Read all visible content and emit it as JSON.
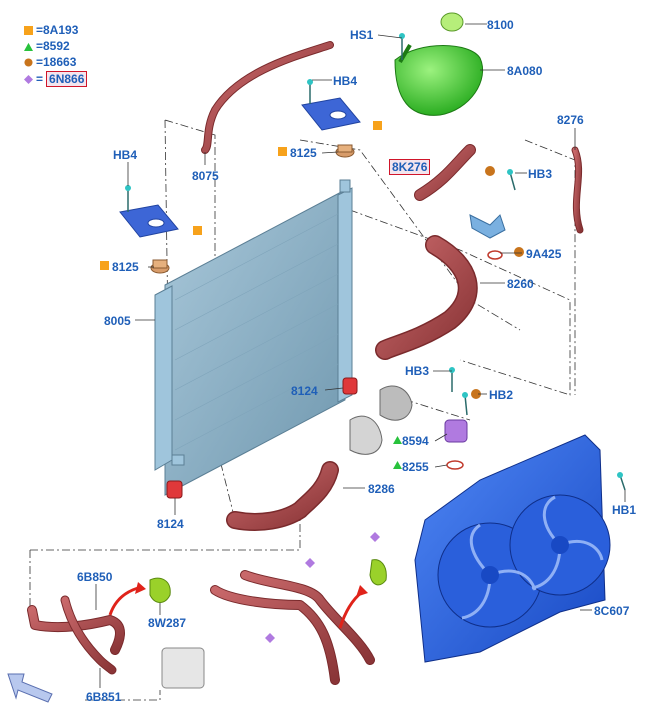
{
  "colors": {
    "label": "#1f5fb8",
    "hose": "#a8474a",
    "radiator": "#8fb4c8",
    "fan": "#2b66e6",
    "tank": "#3fd22c",
    "bracket": "#3d66d6",
    "legend_square": "#f7a21b",
    "legend_triangle": "#28c23c",
    "legend_circle": "#c8741c",
    "legend_diamond": "#b07ae0",
    "highlight_border": "#d0152a",
    "arrow_red": "#e0231a"
  },
  "legend": [
    {
      "symbol": "square",
      "text": "=8A193"
    },
    {
      "symbol": "triangle",
      "text": "=8592"
    },
    {
      "symbol": "circle",
      "text": "=18663"
    },
    {
      "symbol": "diamond",
      "text": "=",
      "code": "6N866"
    }
  ],
  "labels": {
    "hs1": "HS1",
    "p8100": "8100",
    "p8a080": "8A080",
    "hb4_top": "HB4",
    "p8125_top": "8125",
    "p8075": "8075",
    "hb4_left": "HB4",
    "p8125_left": "8125",
    "p8k276": "8K276",
    "hb3_top": "HB3",
    "p8276": "8276",
    "p9a425": "9A425",
    "p8260": "8260",
    "p8005": "8005",
    "p8124_mid": "8124",
    "hb3_mid": "HB3",
    "hb2": "HB2",
    "p8594": "8594",
    "p8255": "8255",
    "p8286": "8286",
    "hb1": "HB1",
    "p8124_low": "8124",
    "p6b850": "6B850",
    "p8w287": "8W287",
    "p6b851": "6B851",
    "p8c607": "8C607"
  },
  "icons": {
    "nav_arrow": "navigation-arrow-icon"
  }
}
